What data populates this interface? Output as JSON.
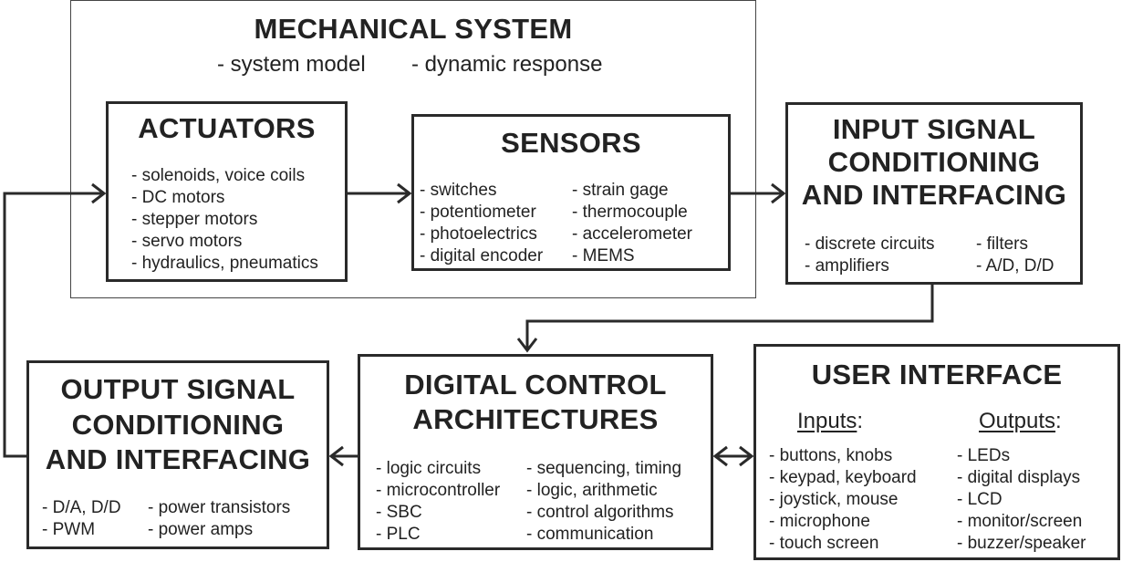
{
  "mechanical": {
    "title": "MECHANICAL SYSTEM",
    "items": [
      "- system model",
      "- dynamic response"
    ]
  },
  "actuators": {
    "title": "ACTUATORS",
    "items": [
      "- solenoids, voice coils",
      "- DC motors",
      "- stepper motors",
      "- servo motors",
      "- hydraulics, pneumatics"
    ]
  },
  "sensors": {
    "title": "SENSORS",
    "col1": [
      "- switches",
      "- potentiometer",
      "- photoelectrics",
      "- digital encoder"
    ],
    "col2": [
      "- strain gage",
      "- thermocouple",
      "- accelerometer",
      "- MEMS"
    ]
  },
  "input_signal": {
    "title_lines": [
      "INPUT SIGNAL",
      "CONDITIONING",
      "AND INTERFACING"
    ],
    "col1": [
      "- discrete circuits",
      "- amplifiers"
    ],
    "col2": [
      "- filters",
      "- A/D, D/D"
    ]
  },
  "digital_control": {
    "title_lines": [
      "DIGITAL CONTROL",
      "ARCHITECTURES"
    ],
    "col1": [
      "- logic circuits",
      "- microcontroller",
      "- SBC",
      "- PLC"
    ],
    "col2": [
      "- sequencing, timing",
      "- logic, arithmetic",
      "- control algorithms",
      "- communication"
    ]
  },
  "output_signal": {
    "title_lines": [
      "OUTPUT SIGNAL",
      "CONDITIONING",
      "AND INTERFACING"
    ],
    "col1": [
      "- D/A, D/D",
      "- PWM"
    ],
    "col2": [
      "- power transistors",
      "- power amps"
    ]
  },
  "user_interface": {
    "title": "USER INTERFACE",
    "inputs_heading": "Inputs",
    "outputs_heading": "Outputs",
    "colon": ":",
    "inputs": [
      "- buttons, knobs",
      "- keypad, keyboard",
      "- joystick, mouse",
      "- microphone",
      "- touch screen"
    ],
    "outputs": [
      "- LEDs",
      "- digital displays",
      "- LCD",
      "- monitor/screen",
      "- buzzer/speaker"
    ]
  }
}
